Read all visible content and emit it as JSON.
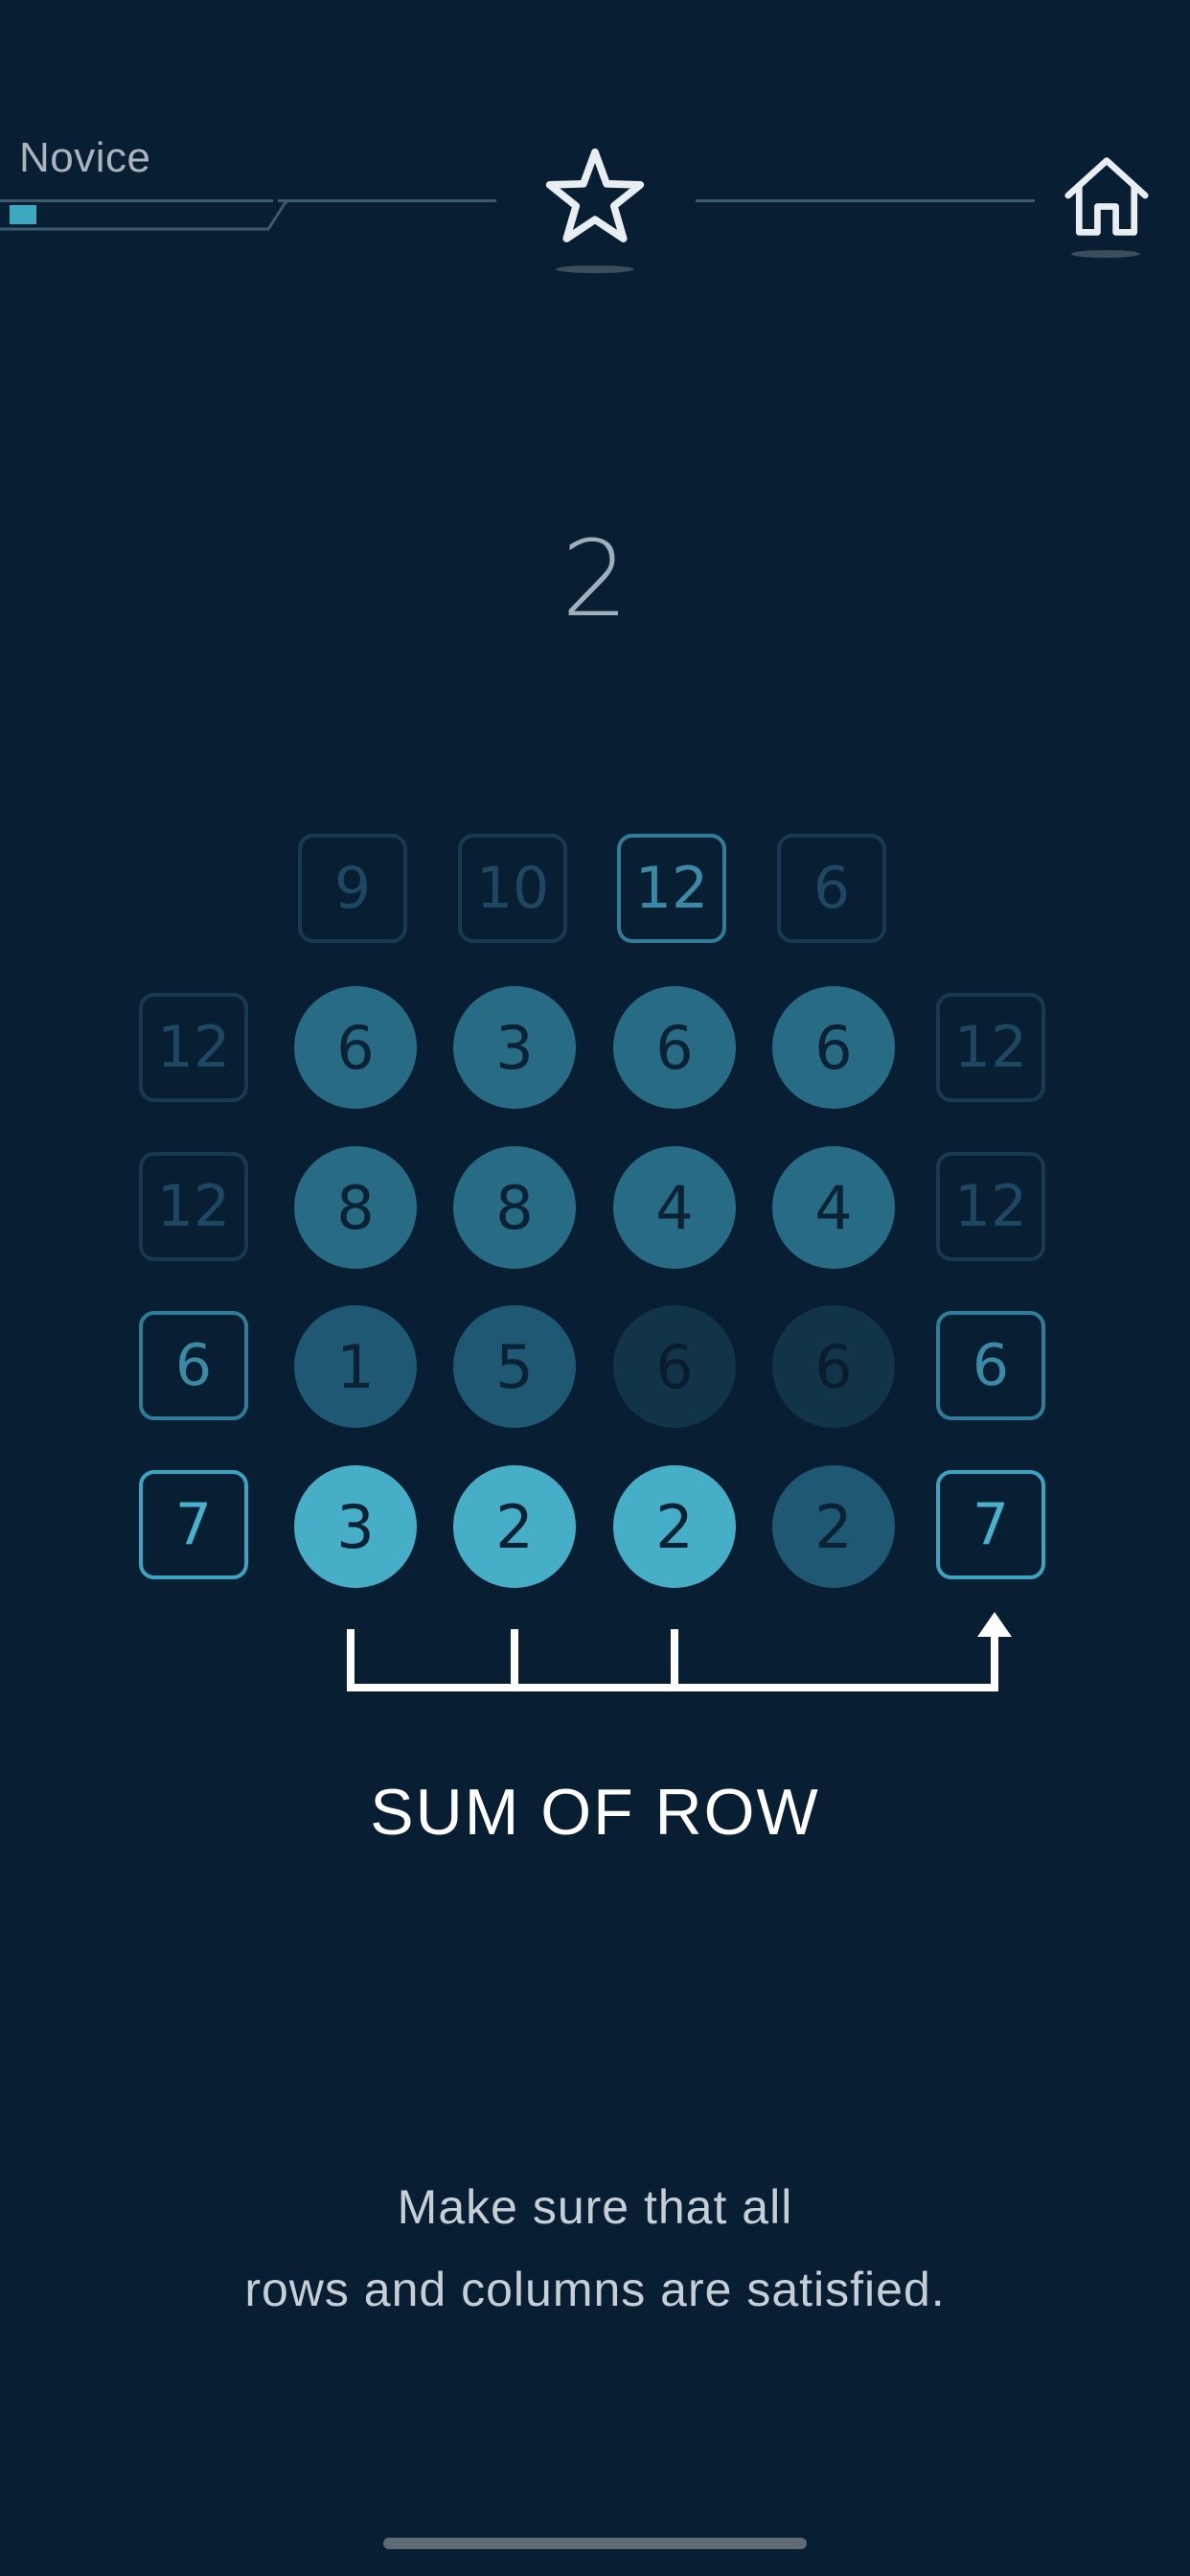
{
  "header": {
    "rank_label": "Novice",
    "rank_progress": 0.03,
    "favorite_icon": "star-icon",
    "home_icon": "home-icon"
  },
  "level": {
    "number": "2"
  },
  "grid": {
    "column_clues": [
      {
        "value": "9",
        "state": "inactive"
      },
      {
        "value": "10",
        "state": "inactive"
      },
      {
        "value": "12",
        "state": "active"
      },
      {
        "value": "6",
        "state": "inactive"
      }
    ],
    "rows": [
      {
        "left_clue": {
          "value": "12",
          "state": "inactive"
        },
        "right_clue": {
          "value": "12",
          "state": "inactive"
        },
        "cells": [
          {
            "value": "6",
            "state": "normal"
          },
          {
            "value": "3",
            "state": "normal"
          },
          {
            "value": "6",
            "state": "normal"
          },
          {
            "value": "6",
            "state": "normal"
          }
        ]
      },
      {
        "left_clue": {
          "value": "12",
          "state": "inactive"
        },
        "right_clue": {
          "value": "12",
          "state": "inactive"
        },
        "cells": [
          {
            "value": "8",
            "state": "normal"
          },
          {
            "value": "8",
            "state": "normal"
          },
          {
            "value": "4",
            "state": "normal"
          },
          {
            "value": "4",
            "state": "normal"
          }
        ]
      },
      {
        "left_clue": {
          "value": "6",
          "state": "active"
        },
        "right_clue": {
          "value": "6",
          "state": "active"
        },
        "cells": [
          {
            "value": "1",
            "state": "row-dim"
          },
          {
            "value": "5",
            "state": "row-dim"
          },
          {
            "value": "6",
            "state": "dim"
          },
          {
            "value": "6",
            "state": "dim"
          }
        ]
      },
      {
        "left_clue": {
          "value": "7",
          "state": "strong"
        },
        "right_clue": {
          "value": "7",
          "state": "strong"
        },
        "cells": [
          {
            "value": "3",
            "state": "bright"
          },
          {
            "value": "2",
            "state": "bright"
          },
          {
            "value": "2",
            "state": "bright"
          },
          {
            "value": "2",
            "state": "row-dim"
          }
        ]
      }
    ]
  },
  "hint": {
    "title": "SUM OF ROW",
    "line1": "Make sure that all",
    "line2": "rows and columns are satisfied."
  },
  "colors": {
    "background": "#081e33",
    "accent": "#46aec6",
    "cell": "#276b84",
    "cell_dim": "#123449"
  }
}
